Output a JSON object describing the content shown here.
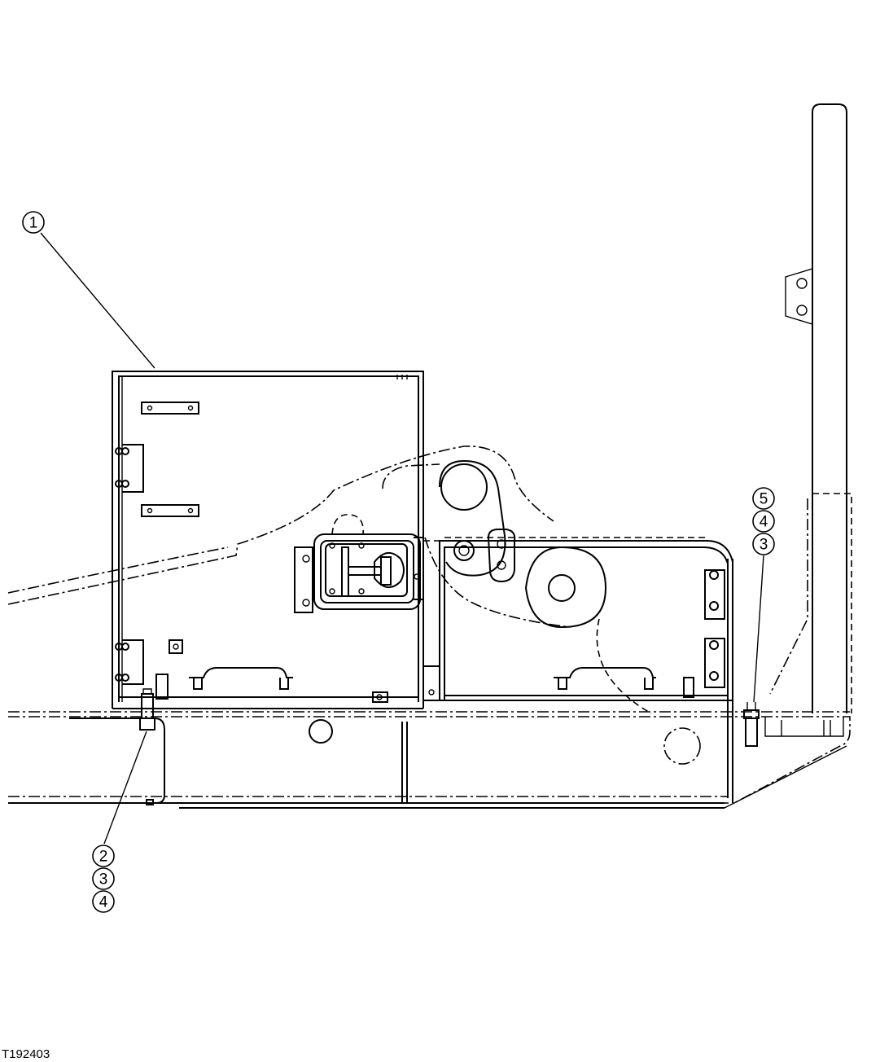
{
  "figure": {
    "id_label": "T192403"
  },
  "callouts": {
    "c1": "1",
    "c2": "2",
    "c3a": "3",
    "c4a": "4",
    "c5": "5",
    "c4b": "4",
    "c3b": "3"
  }
}
